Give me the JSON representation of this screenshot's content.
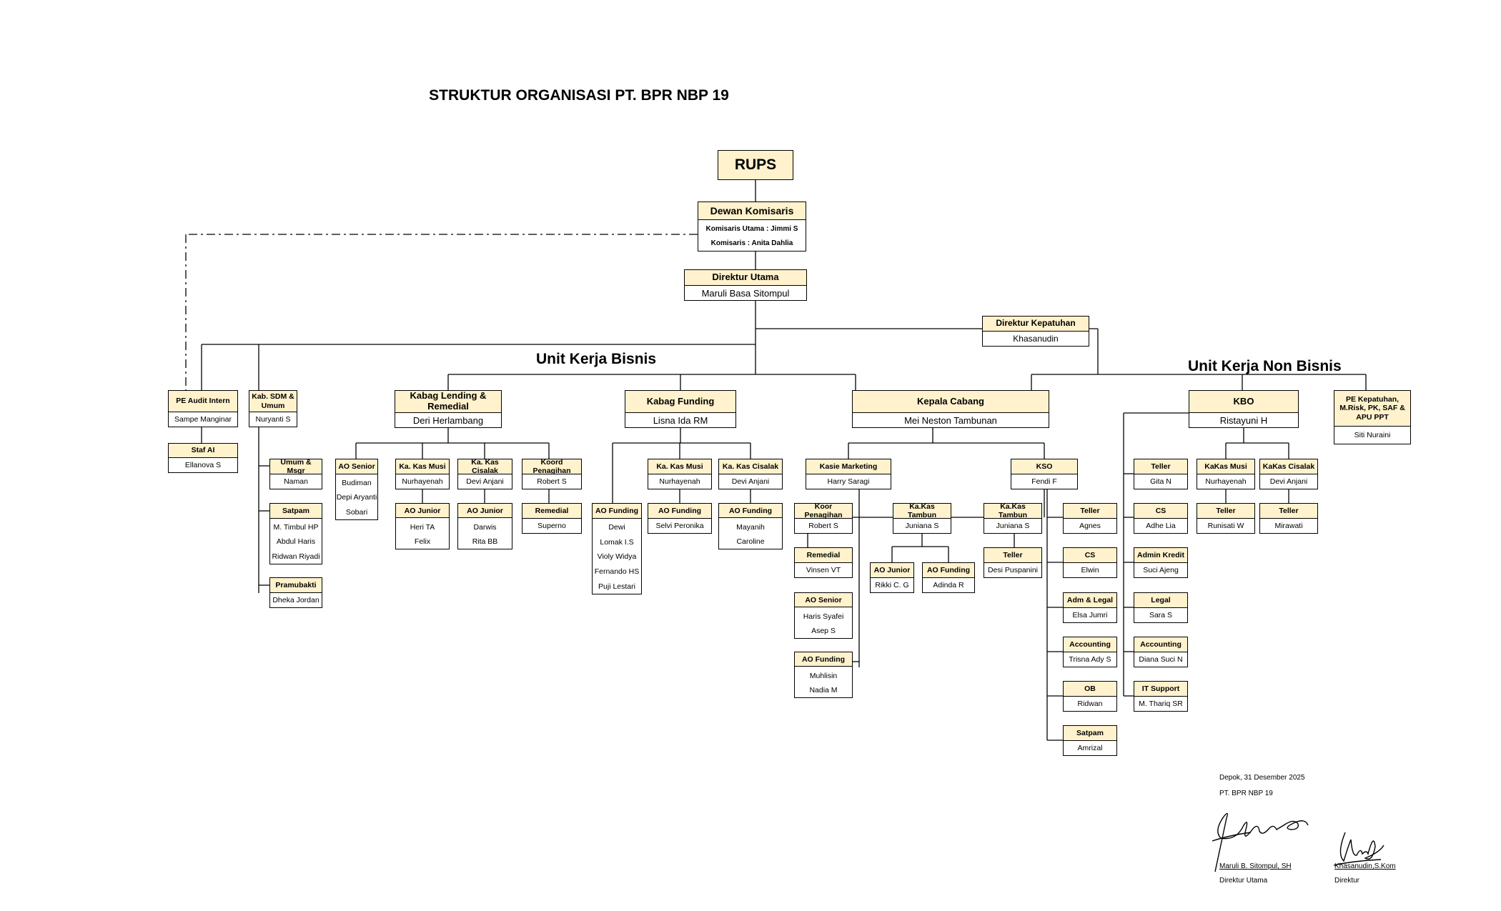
{
  "title": "STRUKTUR ORGANISASI PT. BPR NBP 19",
  "section_labels": {
    "bisnis": "Unit Kerja Bisnis",
    "non_bisnis": "Unit Kerja Non Bisnis"
  },
  "colors": {
    "header_fill": "#fff2cc",
    "line": "#000000"
  },
  "boxes": {
    "rups": {
      "title": "RUPS",
      "names": []
    },
    "dewan": {
      "title": "Dewan Komisaris",
      "names": [
        "Komisaris Utama : Jimmi S",
        "Komisaris : Anita Dahlia"
      ]
    },
    "dirut": {
      "title": "Direktur Utama",
      "names": [
        "Maruli Basa Sitompul"
      ]
    },
    "dirkep": {
      "title": "Direktur Kepatuhan",
      "names": [
        "Khasanudin"
      ]
    },
    "pe_audit": {
      "title": "PE Audit Intern",
      "names": [
        "Sampe Manginar"
      ]
    },
    "staf_ai": {
      "title": "Staf AI",
      "names": [
        "Ellanova S"
      ]
    },
    "kab_sdm": {
      "title": "Kab. SDM & Umum",
      "names": [
        "Nuryanti S"
      ]
    },
    "umum": {
      "title": "Umum & Msgr",
      "names": [
        "Naman"
      ]
    },
    "satpam1": {
      "title": "Satpam",
      "names": [
        "M. Timbul HP",
        "Abdul Haris",
        "Ridwan Riyadi"
      ]
    },
    "pramu": {
      "title": "Pramubakti",
      "names": [
        "Dheka Jordan"
      ]
    },
    "kabag_lend": {
      "title": "Kabag Lending & Remedial",
      "names": [
        "Deri Herlambang"
      ]
    },
    "ao_senior1": {
      "title": "AO Senior",
      "names": [
        "Budiman",
        "Depi Aryanti",
        "Sobari"
      ]
    },
    "kakas_musi1": {
      "title": "Ka. Kas Musi",
      "names": [
        "Nurhayenah"
      ]
    },
    "kakas_cis1": {
      "title": "Ka. Kas Cisalak",
      "names": [
        "Devi Anjani"
      ]
    },
    "koord_pen1": {
      "title": "Koord Penagihan",
      "names": [
        "Robert S"
      ]
    },
    "ao_jun1": {
      "title": "AO Junior",
      "names": [
        "Heri TA",
        "Felix"
      ]
    },
    "ao_jun2": {
      "title": "AO Junior",
      "names": [
        "Darwis",
        "Rita BB"
      ]
    },
    "remedial1": {
      "title": "Remedial",
      "names": [
        "Superno"
      ]
    },
    "kabag_fund": {
      "title": "Kabag Funding",
      "names": [
        "Lisna Ida RM"
      ]
    },
    "ao_fund1": {
      "title": "AO Funding",
      "names": [
        "Dewi",
        "Lomak I.S",
        "Violy Widya",
        "Fernando HS",
        "Puji Lestari"
      ]
    },
    "kakas_musi2": {
      "title": "Ka. Kas Musi",
      "names": [
        "Nurhayenah"
      ]
    },
    "kakas_cis2": {
      "title": "Ka. Kas Cisalak",
      "names": [
        "Devi Anjani"
      ]
    },
    "ao_fund2": {
      "title": "AO Funding",
      "names": [
        "Selvi Peronika"
      ]
    },
    "ao_fund3": {
      "title": "AO Funding",
      "names": [
        "Mayanih",
        "Caroline"
      ]
    },
    "kacab": {
      "title": "Kepala Cabang",
      "names": [
        "Mei Neston Tambunan"
      ]
    },
    "kasie_mkt": {
      "title": "Kasie Marketing",
      "names": [
        "Harry Saragi"
      ]
    },
    "koord_pen2": {
      "title": "Koor Penagihan",
      "names": [
        "Robert S"
      ]
    },
    "remedial2": {
      "title": "Remedial",
      "names": [
        "Vinsen VT"
      ]
    },
    "ao_senior2": {
      "title": "AO Senior",
      "names": [
        "Haris Syafei",
        "Asep S"
      ]
    },
    "ao_fund4": {
      "title": "AO Funding",
      "names": [
        "Muhlisin",
        "Nadia M"
      ]
    },
    "kakas_tambun1": {
      "title": "Ka.Kas Tambun",
      "names": [
        "Juniana S"
      ]
    },
    "ao_jun3": {
      "title": "AO Junior",
      "names": [
        "Rikki C. G"
      ]
    },
    "ao_fund5": {
      "title": "AO Funding",
      "names": [
        "Adinda R"
      ]
    },
    "kso": {
      "title": "KSO",
      "names": [
        "Fendi F"
      ]
    },
    "kakas_tambun2": {
      "title": "Ka.Kas Tambun",
      "names": [
        "Juniana S"
      ]
    },
    "teller_kso1": {
      "title": "Teller",
      "names": [
        "Desi Puspanini"
      ]
    },
    "teller_kso2": {
      "title": "Teller",
      "names": [
        "Agnes"
      ]
    },
    "cs_kso": {
      "title": "CS",
      "names": [
        "Elwin"
      ]
    },
    "adm_legal": {
      "title": "Adm & Legal",
      "names": [
        "Elsa Jumri"
      ]
    },
    "acc_kso": {
      "title": "Accounting",
      "names": [
        "Trisna Ady S"
      ]
    },
    "ob": {
      "title": "OB",
      "names": [
        "Ridwan"
      ]
    },
    "satpam2": {
      "title": "Satpam",
      "names": [
        "Amrizal"
      ]
    },
    "kbo": {
      "title": "KBO",
      "names": [
        "Ristayuni H"
      ]
    },
    "teller_kbo": {
      "title": "Teller",
      "names": [
        "Gita N"
      ]
    },
    "cs_kbo": {
      "title": "CS",
      "names": [
        "Adhe Lia"
      ]
    },
    "admin_kredit": {
      "title": "Admin Kredit",
      "names": [
        "Suci Ajeng"
      ]
    },
    "legal": {
      "title": "Legal",
      "names": [
        "Sara S"
      ]
    },
    "acc_kbo": {
      "title": "Accounting",
      "names": [
        "Diana Suci N"
      ]
    },
    "it_support": {
      "title": "IT Support",
      "names": [
        "M. Thariq  SR"
      ]
    },
    "kakas_musi3": {
      "title": "KaKas Musi",
      "names": [
        "Nurhayenah"
      ]
    },
    "kakas_cis3": {
      "title": "KaKas Cisalak",
      "names": [
        "Devi Anjani"
      ]
    },
    "teller_musi": {
      "title": "Teller",
      "names": [
        "Runisati W"
      ]
    },
    "teller_cis": {
      "title": "Teller",
      "names": [
        "Mirawati"
      ]
    },
    "pe_kep": {
      "title": "PE Kepatuhan,  M.Risk, PK, SAF & APU PPT",
      "names": [
        "Siti Nuraini"
      ]
    }
  },
  "footer": {
    "place_date": "Depok,   31 Desember 2025",
    "company": "PT. BPR NBP 19",
    "signer1_name": "Maruli B. Sitompul, SH",
    "signer1_role": "Direktur Utama",
    "signer2_name": "Khasanudin,S.Kom",
    "signer2_role": "Direktur"
  }
}
